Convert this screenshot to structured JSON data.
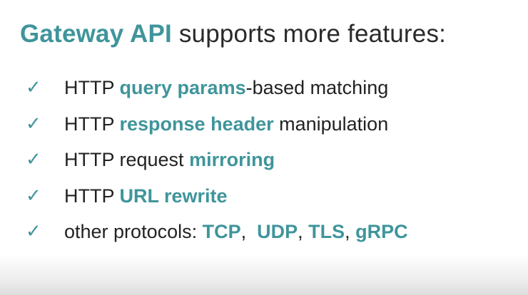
{
  "title": {
    "accent": "Gateway API",
    "rest": " supports more features:"
  },
  "checkmark": "✓",
  "items": [
    {
      "parts": [
        {
          "text": "HTTP ",
          "bold": false
        },
        {
          "text": "query params",
          "bold": true
        },
        {
          "text": "-based matching",
          "bold": false
        }
      ]
    },
    {
      "parts": [
        {
          "text": "HTTP ",
          "bold": false
        },
        {
          "text": "response header",
          "bold": true
        },
        {
          "text": " manipulation",
          "bold": false
        }
      ]
    },
    {
      "parts": [
        {
          "text": "HTTP request ",
          "bold": false
        },
        {
          "text": "mirroring",
          "bold": true
        }
      ]
    },
    {
      "parts": [
        {
          "text": "HTTP ",
          "bold": false
        },
        {
          "text": "URL rewrite",
          "bold": true
        }
      ]
    },
    {
      "parts": [
        {
          "text": "other protocols: ",
          "bold": false
        },
        {
          "text": "TCP",
          "bold": true
        },
        {
          "text": ",  ",
          "bold": false
        },
        {
          "text": "UDP",
          "bold": true
        },
        {
          "text": ", ",
          "bold": false
        },
        {
          "text": "TLS",
          "bold": true
        },
        {
          "text": ", ",
          "bold": false
        },
        {
          "text": "gRPC",
          "bold": true
        }
      ]
    }
  ],
  "colors": {
    "accent": "#3f959b",
    "text": "#222222",
    "background": "#ffffff"
  }
}
